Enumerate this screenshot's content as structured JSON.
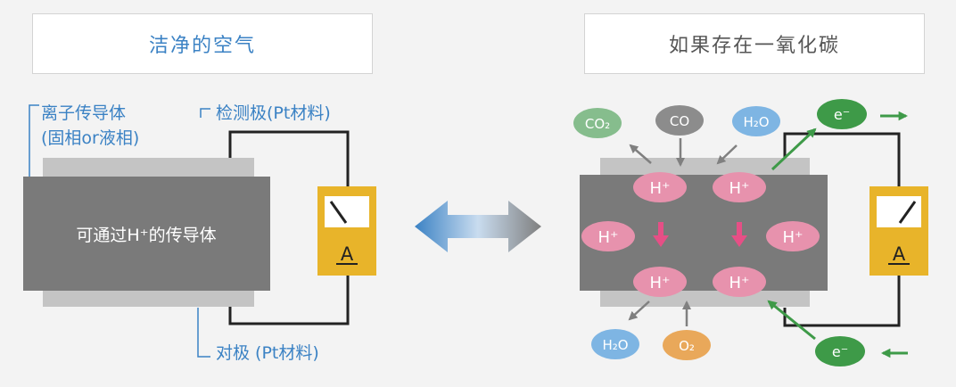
{
  "titles": {
    "left": "洁净的空气",
    "right": "如果存在一氧化碳"
  },
  "left_panel": {
    "ion_conductor_label_line1": "离子传导体",
    "ion_conductor_label_line2": "(固相or液相)",
    "detection_electrode_label": "检测极(Pt材料)",
    "counter_electrode_label": "对极 (Pt材料)",
    "body_text": "可通过H⁺的传导体",
    "meter_label": "A"
  },
  "right_panel": {
    "molecules_top": [
      "CO₂",
      "CO",
      "H₂O"
    ],
    "molecules_bottom": [
      "H₂O",
      "O₂"
    ],
    "proton_label": "H⁺",
    "electron_label": "e⁻",
    "meter_label": "A"
  },
  "colors": {
    "accent_blue": "#3b82c4",
    "conductor_gray": "#7a7a7a",
    "electrode_gray": "#c4c4c4",
    "meter_yellow": "#e8b42a",
    "proton_pink": "#e792ad",
    "electron_green": "#3e9a48",
    "co2_green": "#86bd8d",
    "co_gray": "#8c8c8c",
    "h2o_blue": "#7eb5e3",
    "o2_orange": "#e9a85a",
    "down_arrow_pink": "#e64f86"
  },
  "icons": [
    "ammeter-icon",
    "double-arrow-icon",
    "electron-arrow-icon",
    "down-arrow-icon"
  ]
}
